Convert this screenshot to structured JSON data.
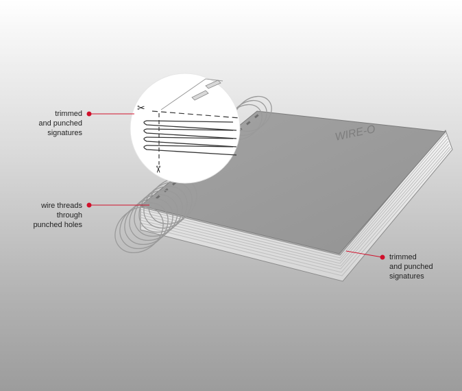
{
  "book": {
    "cover_label": "WIRE-O"
  },
  "callouts": {
    "top_left": {
      "lines": [
        "trimmed",
        "and punched",
        "signatures"
      ]
    },
    "middle_left": {
      "lines": [
        "wire threads",
        "through",
        "punched holes"
      ]
    },
    "bottom_right": {
      "lines": [
        "trimmed",
        "and punched",
        "signatures"
      ]
    }
  },
  "colors": {
    "leader": "#d0102b",
    "cover": "#9b9b9b",
    "page_edge": "#f4f4f4",
    "wire": "#cfcfcf"
  }
}
